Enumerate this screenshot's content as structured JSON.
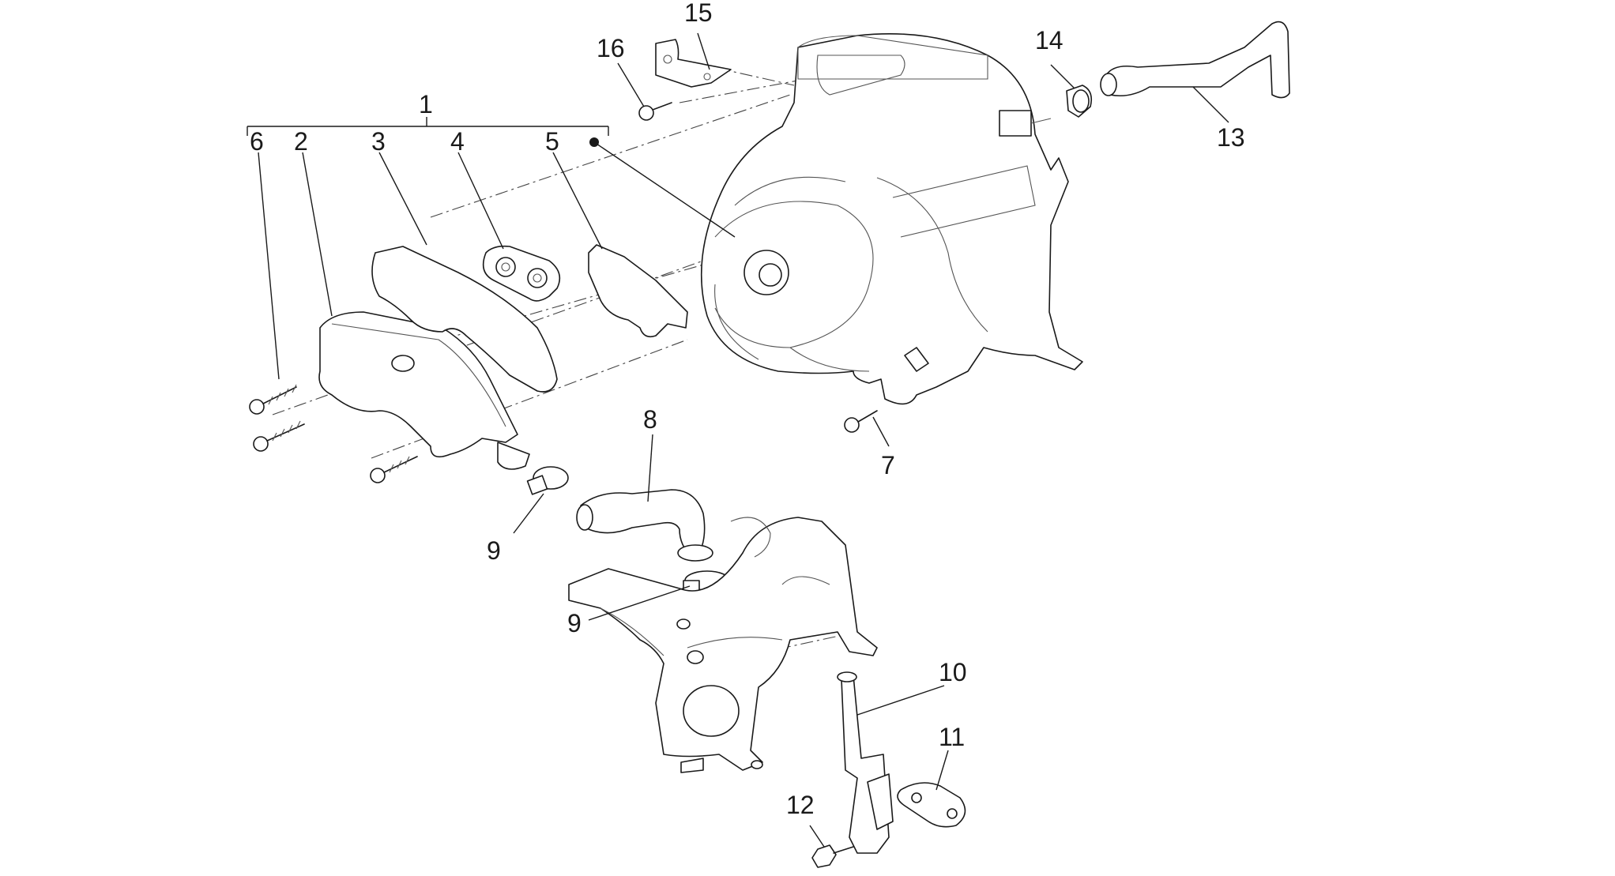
{
  "diagram": {
    "callouts": [
      {
        "id": "1",
        "label": "1"
      },
      {
        "id": "2",
        "label": "2"
      },
      {
        "id": "3",
        "label": "3"
      },
      {
        "id": "4",
        "label": "4"
      },
      {
        "id": "5",
        "label": "5"
      },
      {
        "id": "6",
        "label": "6"
      },
      {
        "id": "7",
        "label": "7"
      },
      {
        "id": "8",
        "label": "8"
      },
      {
        "id": "9a",
        "label": "9"
      },
      {
        "id": "9b",
        "label": "9"
      },
      {
        "id": "10",
        "label": "10"
      },
      {
        "id": "11",
        "label": "11"
      },
      {
        "id": "12",
        "label": "12"
      },
      {
        "id": "13",
        "label": "13"
      },
      {
        "id": "14",
        "label": "14"
      },
      {
        "id": "15",
        "label": "15"
      },
      {
        "id": "16",
        "label": "16"
      }
    ],
    "line_color": "#1a1a1a",
    "background": "#ffffff"
  }
}
